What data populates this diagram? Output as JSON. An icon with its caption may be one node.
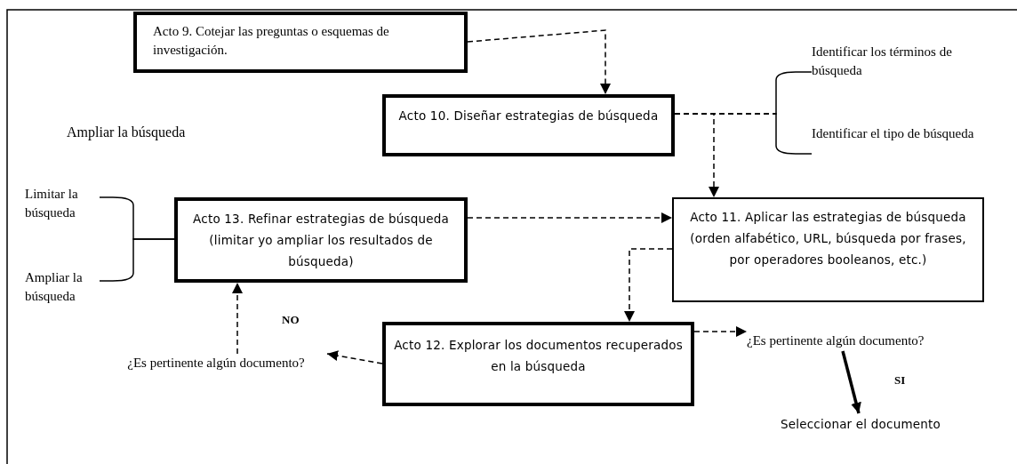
{
  "diagram": {
    "nodes": [
      {
        "text": [
          "Acto 9. Cotejar las preguntas o esquemas de investigación."
        ]
      },
      {
        "text": [
          "Acto 10. Diseñar estrategias de búsqueda"
        ]
      },
      {
        "text": [
          "Identificar los términos de búsqueda"
        ]
      },
      {
        "text": [
          "Identificar el tipo de búsqueda"
        ]
      },
      {
        "text": [
          "Acto 13. Refinar estrategias de búsqueda (limitar yo ampliar los resultados de búsqueda)"
        ]
      },
      {
        "text": [
          "Acto 11. Aplicar las estrategias de búsqueda (orden alfabético, URL, búsqueda por frases, por operadores booleanos, etc.)"
        ]
      },
      {
        "text": [
          "Limitar la búsqueda"
        ]
      },
      {
        "text": [
          "Ampliar la búsqueda"
        ]
      },
      {
        "text": [
          "Acto 12. Explorar los documentos recuperados en la búsqueda"
        ]
      },
      {
        "text": [
          "¿Es pertinente algún documento?"
        ]
      },
      {
        "text": [
          "¿Es pertinente algún documento?"
        ]
      },
      {
        "text": [
          "Seleccionar el documento"
        ]
      }
    ],
    "edges": [
      {
        "from": 0,
        "to": 1,
        "arrow": "to",
        "style": "dashed"
      },
      {
        "from": 1,
        "to": 2,
        "arrow": "none",
        "style": "dashed"
      },
      {
        "from": 1,
        "to": 3,
        "arrow": "none",
        "style": "dashed"
      },
      {
        "from": 1,
        "to": 5,
        "arrow": "to",
        "style": "dashed"
      },
      {
        "from": 4,
        "to": 5,
        "arrow": "to",
        "style": "dashed"
      },
      {
        "from": 4,
        "to": 6,
        "arrow": "none"
      },
      {
        "from": 4,
        "to": 7,
        "arrow": "none"
      },
      {
        "from": 5,
        "to": 8,
        "arrow": "to",
        "style": "dashed"
      },
      {
        "from": 8,
        "to": 9,
        "arrow": "to",
        "style": "dashed"
      },
      {
        "from": 8,
        "to": 10,
        "arrow": "to",
        "style": "dashed"
      },
      {
        "from": 9,
        "to": 4,
        "arrow": "to",
        "style": "dashed",
        "label": "NO"
      },
      {
        "from": 10,
        "to": 11,
        "arrow": "to",
        "style": "thick",
        "label": "SI"
      }
    ],
    "labels": [
      "Ampliar la búsqueda"
    ]
  }
}
